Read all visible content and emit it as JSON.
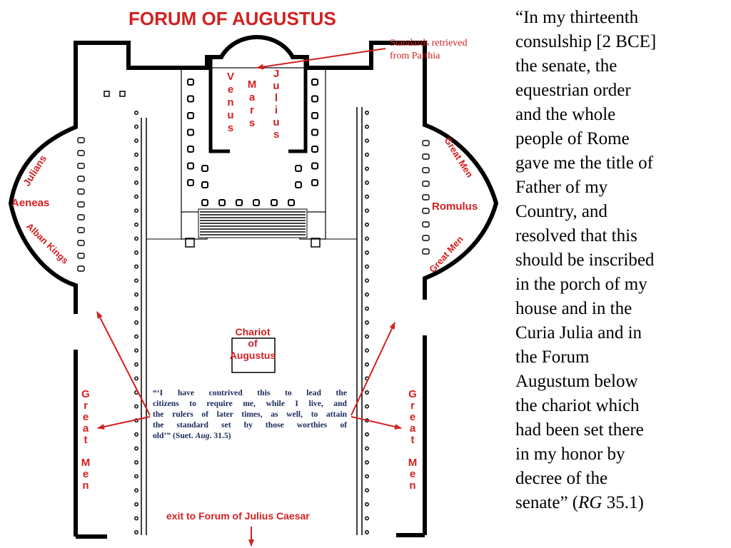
{
  "title": "FORUM OF AUGUSTUS",
  "labels": {
    "standards": [
      "Standards retrieved",
      "from Parthia"
    ],
    "venus": "Venus",
    "mars": "Mars",
    "julius": "Julius",
    "julians": "Julians",
    "aeneas": "Aeneas",
    "alban_kings": "Alban Kings",
    "great_men_upper": "Great Men",
    "romulus": "Romulus",
    "great_men_lower": "Great Men",
    "chariot": [
      "Chariot",
      "of",
      "Augustus"
    ],
    "great_men_left": "Great Men",
    "great_men_right": "Great Men",
    "exit": "exit to Forum of Julius Caesar"
  },
  "suetonius_quote": {
    "lines": [
      "“‘I have contrived this to lead the",
      "citizens to require me, while I live, and",
      "the rulers of later times, as well, to attain",
      "the standard set by those worthies of"
    ],
    "last_line": "old’” (Suet. ",
    "source_italic": "Aug",
    "source_rest": ". 31.5)"
  },
  "res_gestae_quote": {
    "lines": [
      "“In my thirteenth",
      "consulship [2 BCE]",
      "the senate, the",
      "equestrian order",
      "and the whole",
      "people of Rome",
      "gave me the title of",
      "Father of my",
      "Country, and",
      "resolved that this",
      "should be inscribed",
      "in the porch of my",
      "house and in the",
      "Curia Julia and in",
      "the Forum",
      "Augustum below",
      "the chariot which",
      "had been set there",
      "in my honor by",
      "decree of the"
    ],
    "last_line": "senate” (",
    "source_italic": "RG",
    "source_rest": " 35.1)"
  },
  "colors": {
    "label_red": "#d32020",
    "quote_navy": "#1a2a5a",
    "wall": "#000000"
  }
}
